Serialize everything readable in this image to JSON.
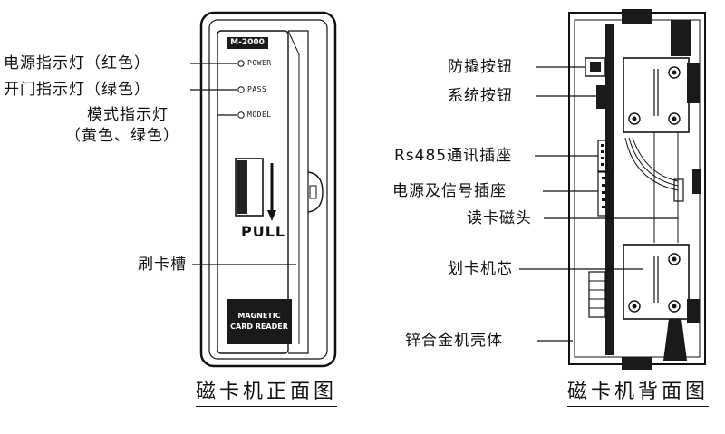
{
  "front": {
    "model_badge": "M-2000",
    "indicator_power": "POWER",
    "indicator_pass": "PASS",
    "indicator_model": "MODEL",
    "pull_label": "PULL",
    "magnetic_line1": "MAGNETIC",
    "magnetic_line2": "CARD READER",
    "labels": {
      "power_led": "电源指示灯（红色）",
      "door_led": "开门指示灯（绿色）",
      "mode_led_line1": "模式指示灯",
      "mode_led_line2": "（黄色、绿色）",
      "card_slot": "刷卡槽"
    },
    "caption": "磁卡机正面图"
  },
  "back": {
    "labels": {
      "tamper_button": "防撬按钮",
      "system_button": "系统按钮",
      "rs485_socket": "Rs485通讯插座",
      "power_signal_socket": "电源及信号插座",
      "read_head": "读卡磁头",
      "reader_core": "划卡机芯",
      "zinc_housing": "锌合金机壳体"
    },
    "caption": "磁卡机背面图"
  },
  "colors": {
    "ink": "#111111",
    "panel": "#ffffff",
    "dark": "#1a1a1a"
  }
}
